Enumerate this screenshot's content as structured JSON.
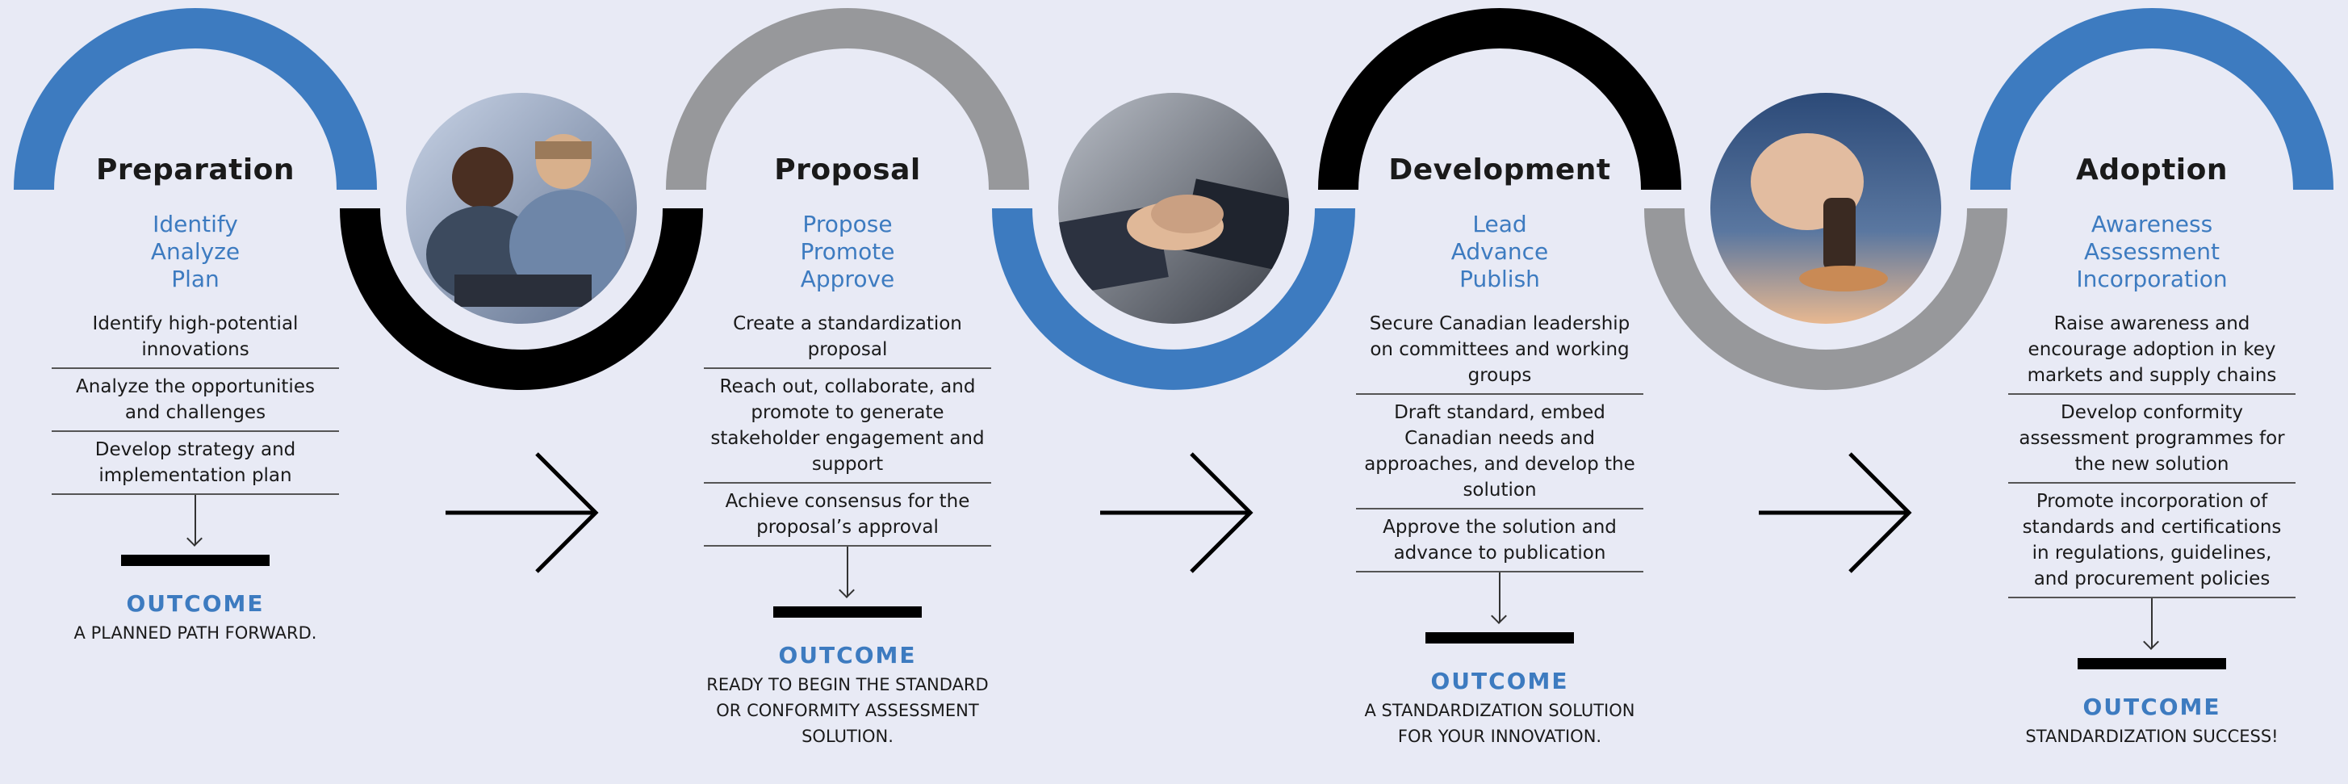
{
  "stages": [
    {
      "title": "Preparation",
      "verbs": [
        "Identify",
        "Analyze",
        "Plan"
      ],
      "steps": [
        "Identify high-potential innovations",
        "Analyze the opportunities and challenges",
        "Develop strategy and implementation plan"
      ],
      "outcome_label": "OUTCOME",
      "outcome_text": "A PLANNED PATH FORWARD."
    },
    {
      "title": "Proposal",
      "verbs": [
        "Propose",
        "Promote",
        "Approve"
      ],
      "steps": [
        "Create a standardization proposal",
        "Reach out, collaborate, and promote to generate stakeholder engagement and support",
        "Achieve consensus for the proposal’s approval"
      ],
      "outcome_label": "OUTCOME",
      "outcome_text": "READY TO BEGIN THE STANDARD OR CONFORMITY ASSESSMENT SOLUTION."
    },
    {
      "title": "Development",
      "verbs": [
        "Lead",
        "Advance",
        "Publish"
      ],
      "steps": [
        "Secure Canadian leadership on committees and working groups",
        "Draft standard, embed Canadian needs and approaches, and develop the solution",
        "Approve the solution and advance to publication"
      ],
      "outcome_label": "OUTCOME",
      "outcome_text": "A STANDARDIZATION SOLUTION FOR YOUR INNOVATION."
    },
    {
      "title": "Adoption",
      "verbs": [
        "Awareness",
        "Assessment",
        "Incorporation"
      ],
      "steps": [
        "Raise awareness and encourage adoption in key markets and supply chains",
        "Develop conformity assessment programmes for the new solution",
        "Promote incorporation of standards and certifications in regulations, guidelines, and procurement policies"
      ],
      "outcome_label": "OUTCOME",
      "outcome_text": "STANDARDIZATION SUCCESS!"
    }
  ],
  "photos": [
    {
      "icon": "team-meeting-photo"
    },
    {
      "icon": "handshake-photo"
    },
    {
      "icon": "approval-stamp-photo"
    }
  ],
  "colors": {
    "background": "#e8eaf5",
    "blue": "#3d7bc0",
    "gray": "#97989b",
    "black": "#000000",
    "text": "#1a1a1a"
  }
}
